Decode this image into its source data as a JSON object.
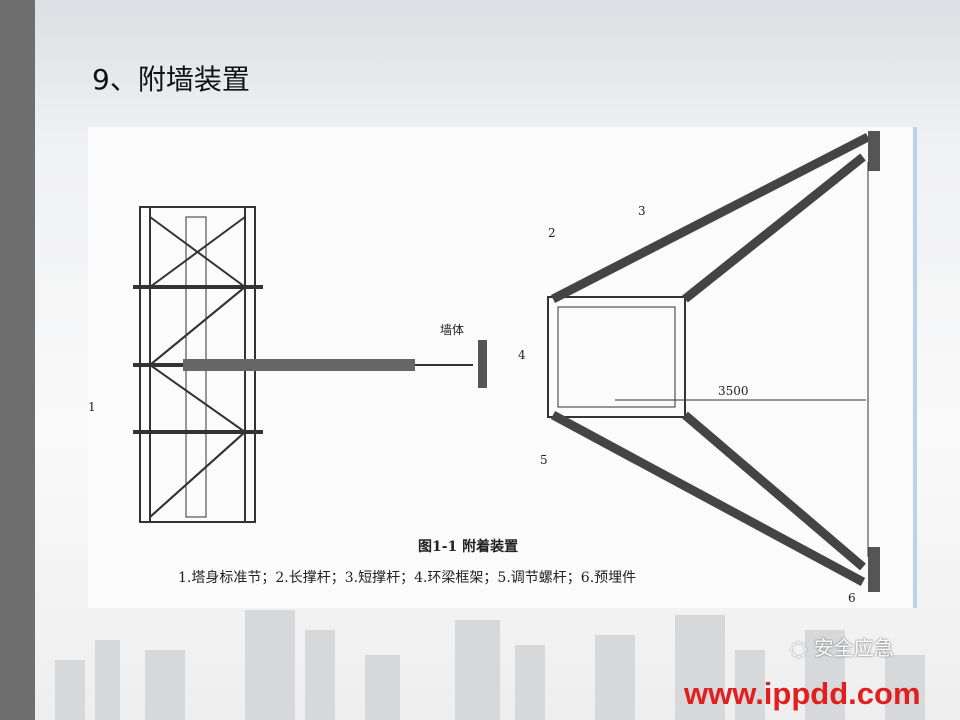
{
  "slide": {
    "title": "9、附墙装置"
  },
  "figure": {
    "caption": "图1-1 附着装置",
    "legend": "1.塔身标准节；2.长撑杆；3.短撑杆；4.环梁框架；5.调节螺杆；6.预埋件",
    "wall_label": "墙体",
    "dimension": "3500",
    "callouts": [
      "1",
      "2",
      "3",
      "4",
      "5",
      "6"
    ]
  },
  "watermark": {
    "account": "安全应急",
    "site": "www.ippdd.com",
    "icon": "wechat-icon"
  },
  "colors": {
    "sidebar": "#6e6e6e",
    "site_text": "#e02020",
    "frame_edge": "#b9d3ee"
  }
}
